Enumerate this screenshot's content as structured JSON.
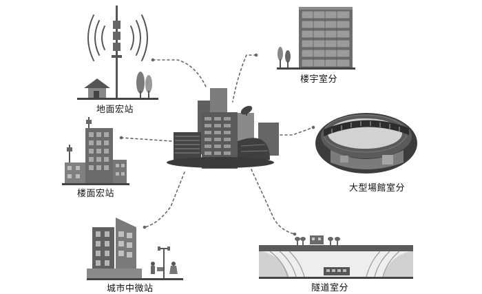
{
  "labels": {
    "ground_macro": "地面宏站",
    "building_indoor": "楼宇室分",
    "rooftop_macro": "楼面宏站",
    "stadium_indoor": "大型場館室分",
    "urban_micro": "城市中微站",
    "tunnel_indoor": "隧道室分"
  },
  "colors": {
    "dark": "#4a4a4a",
    "mid": "#8c8c8c",
    "light": "#cfcfcf",
    "connector": "#666666"
  }
}
